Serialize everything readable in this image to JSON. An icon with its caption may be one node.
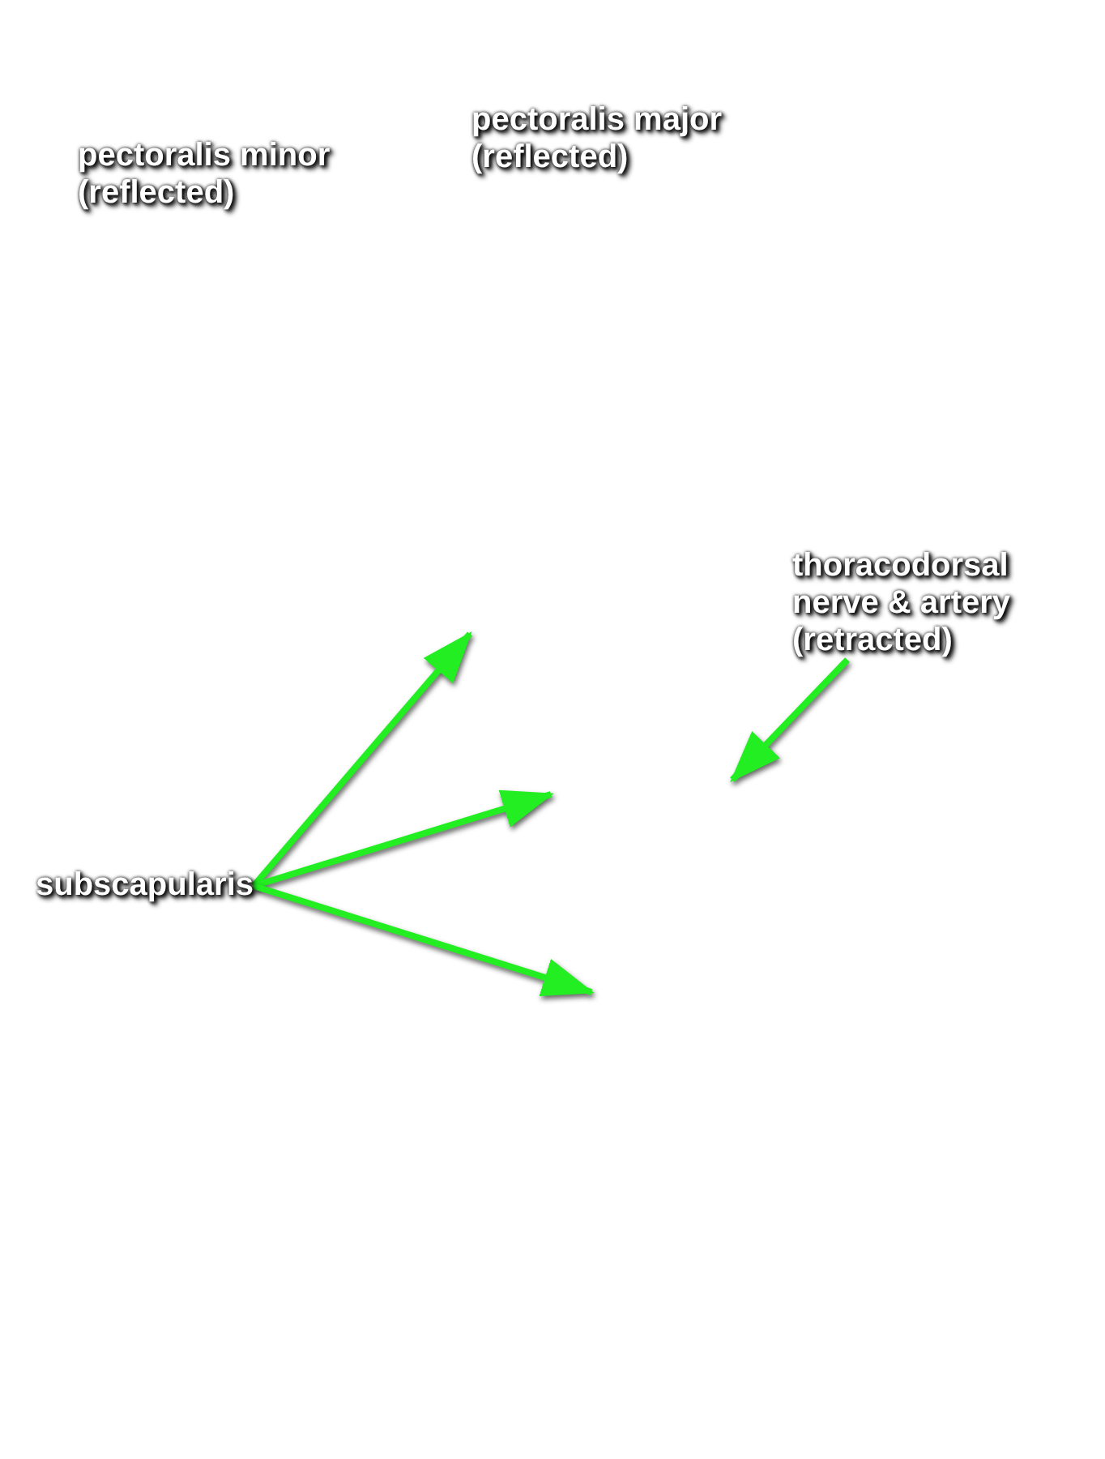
{
  "diagram": {
    "nodes": [
      {
        "text": [
          "pectoralis minor (reflected)"
        ]
      },
      {
        "text": [
          "pectoralis major (reflected)"
        ]
      },
      {
        "text": [
          "thoracodorsal nerve & artery (retracted)"
        ]
      },
      {
        "text": [
          "subscapularis"
        ]
      }
    ],
    "edges": [
      {
        "from": 2,
        "to": null,
        "arrow": "to"
      },
      {
        "from": 3,
        "to": null,
        "arrow": "to"
      },
      {
        "from": 3,
        "to": null,
        "arrow": "to"
      },
      {
        "from": 3,
        "to": null,
        "arrow": "to"
      }
    ]
  }
}
